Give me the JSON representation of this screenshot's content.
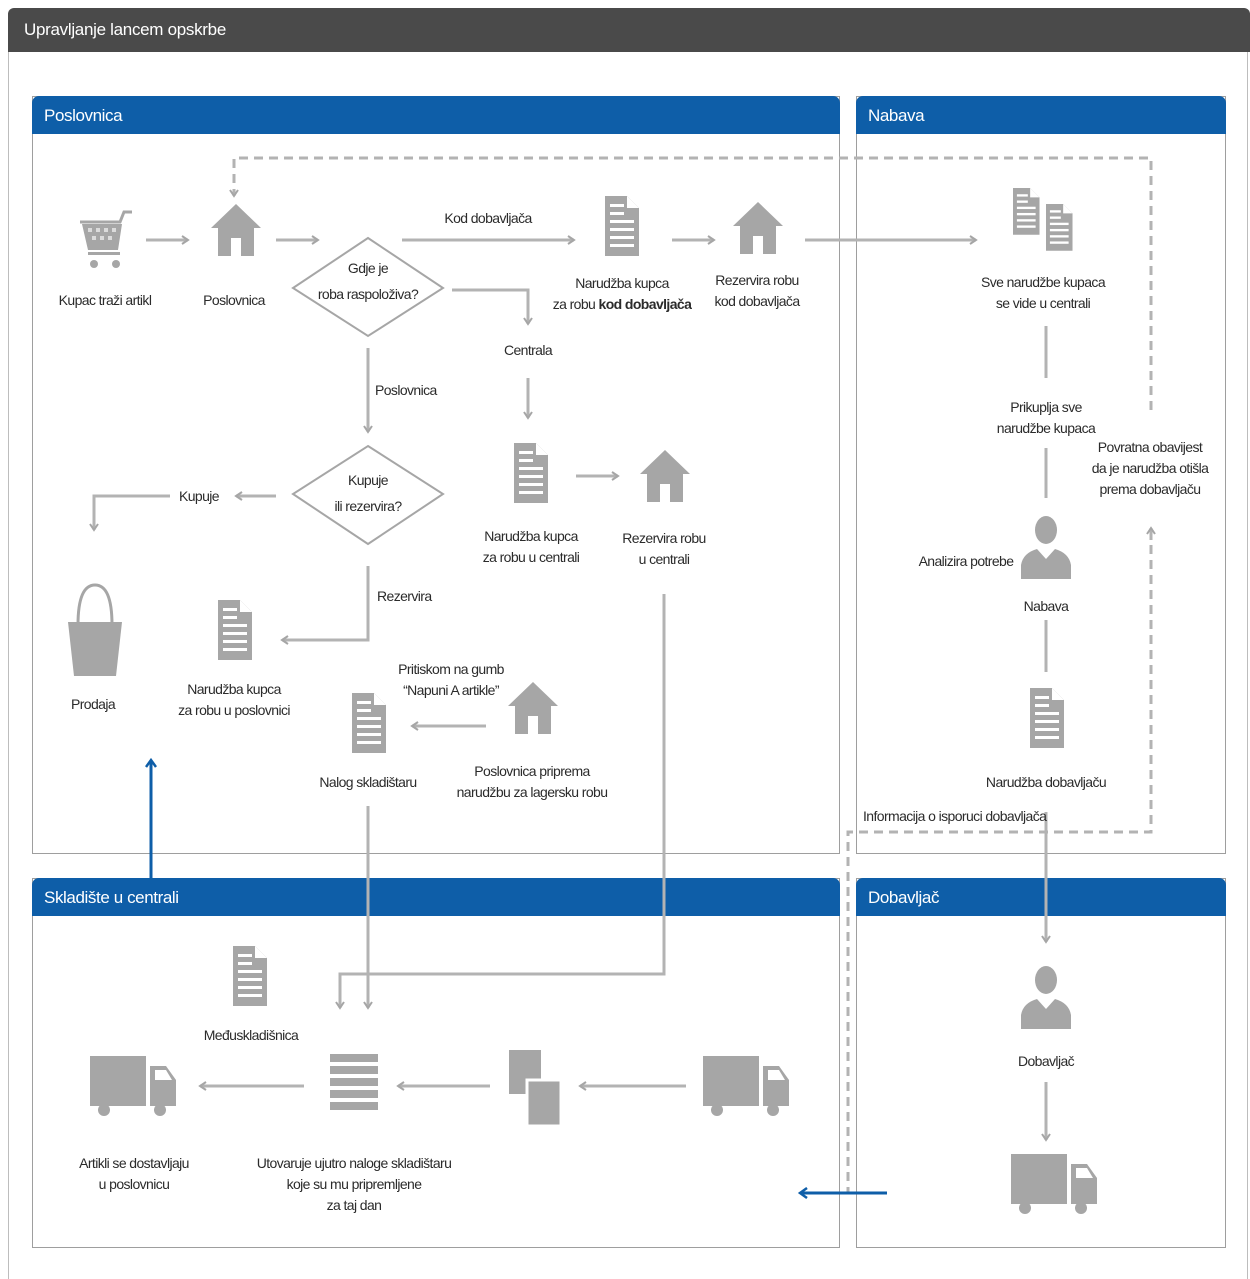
{
  "window": {
    "title": "Upravljanje lancem opskrbe"
  },
  "panels": {
    "poslovnica": "Poslovnica",
    "nabava": "Nabava",
    "skladiste": "Skladište u centrali",
    "dobavljac": "Dobavljač"
  },
  "labels": {
    "kupac": "Kupac traži artikl",
    "poslovnica_store": "Poslovnica",
    "gdje_1": "Gdje je",
    "gdje_2": "roba raspoloživa?",
    "kod_dobavljaca": "Kod dobavljača",
    "narudzba_kod_1": "Narudžba kupca",
    "narudzba_kod_2a": "za robu ",
    "narudzba_kod_2b": "kod dobavljača",
    "rezervira_kod_1": "Rezervira robu",
    "rezervira_kod_2": "kod dobavljača",
    "centrala": "Centrala",
    "poslovnica_branch": "Poslovnica",
    "kupuje_q1": "Kupuje",
    "kupuje_q2": "ili rezervira?",
    "kupuje": "Kupuje",
    "rezervira": "Rezervira",
    "narudzba_centrala_1": "Narudžba kupca",
    "narudzba_centrala_2": "za robu u centrali",
    "rezervira_centrala_1": "Rezervira robu",
    "rezervira_centrala_2": "u centrali",
    "prodaja": "Prodaja",
    "narudzba_poslovnica_1": "Narudžba kupca",
    "narudzba_poslovnica_2": "za robu u poslovnici",
    "pritiskom_1": "Pritiskom na gumb",
    "pritiskom_2": "“Napuni A artikle”",
    "nalog": "Nalog skladištaru",
    "priprema_1": "Poslovnica priprema",
    "priprema_2": "narudžbu za lagersku robu",
    "sve_narudzbe_1": "Sve narudžbe kupaca",
    "sve_narudzbe_2": "se vide u centrali",
    "prikuplja_1": "Prikuplja sve",
    "prikuplja_2": "narudžbe kupaca",
    "povratna_1": "Povratna obavijest",
    "povratna_2": "da je narudžba otišla",
    "povratna_3": "prema dobavljaču",
    "analizira": "Analizira potrebe",
    "nabava_person": "Nabava",
    "narudzba_dobavljacu": "Narudžba dobavljaču",
    "informacija": "Informacija o isporuci dobavljača",
    "meduskladisnica": "Međuskladišnica",
    "artikli_1": "Artikli se dostavljaju",
    "artikli_2": "u poslovnicu",
    "utovaruje_1": "Utovaruje ujutro naloge skladištaru",
    "utovaruje_2": "koje su mu pripremljene",
    "utovaruje_3": "za taj dan",
    "dobavljac_person": "Dobavljač"
  },
  "colors": {
    "accent": "#0e5ea8",
    "icon": "#a6a6a6",
    "line": "#b3b3b3",
    "titlebar": "#4a4a4a"
  }
}
